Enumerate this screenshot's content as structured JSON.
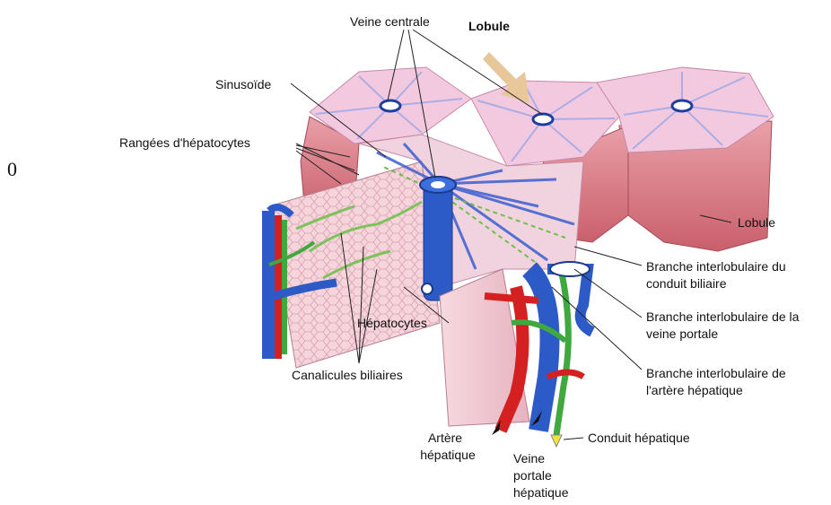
{
  "page_marker": "0",
  "labels": {
    "veine_centrale": "Veine centrale",
    "lobule_top": "Lobule",
    "sinusoide": "Sinusoïde",
    "rangees": "Rangées d'hépatocytes",
    "lobule_right": "Lobule",
    "branche_biliaire_1": "Branche interlobulaire du",
    "branche_biliaire_2": "conduit biliaire",
    "branche_portale_1": "Branche interlobulaire de la",
    "branche_portale_2": "veine portale",
    "hepatocytes": "Hépatocytes",
    "canalicules": "Canalicules biliaires",
    "branche_arteriel_1": "Branche interlobulaire de",
    "branche_arteriel_2": "l'artère hépatique",
    "artere_1": "Artère",
    "artere_2": "hépatique",
    "conduit_hepatique": "Conduit hépatique",
    "veine_portale_1": "Veine",
    "veine_portale_2": "portale",
    "veine_portale_3": "hépatique"
  },
  "colors": {
    "lobule_top": "#f2c8de",
    "lobule_side": "#d97a84",
    "vein_blue": "#2c5bc8",
    "artery_red": "#d42020",
    "bile_green": "#3fa83f",
    "arrow_tan": "#e8c79a"
  }
}
